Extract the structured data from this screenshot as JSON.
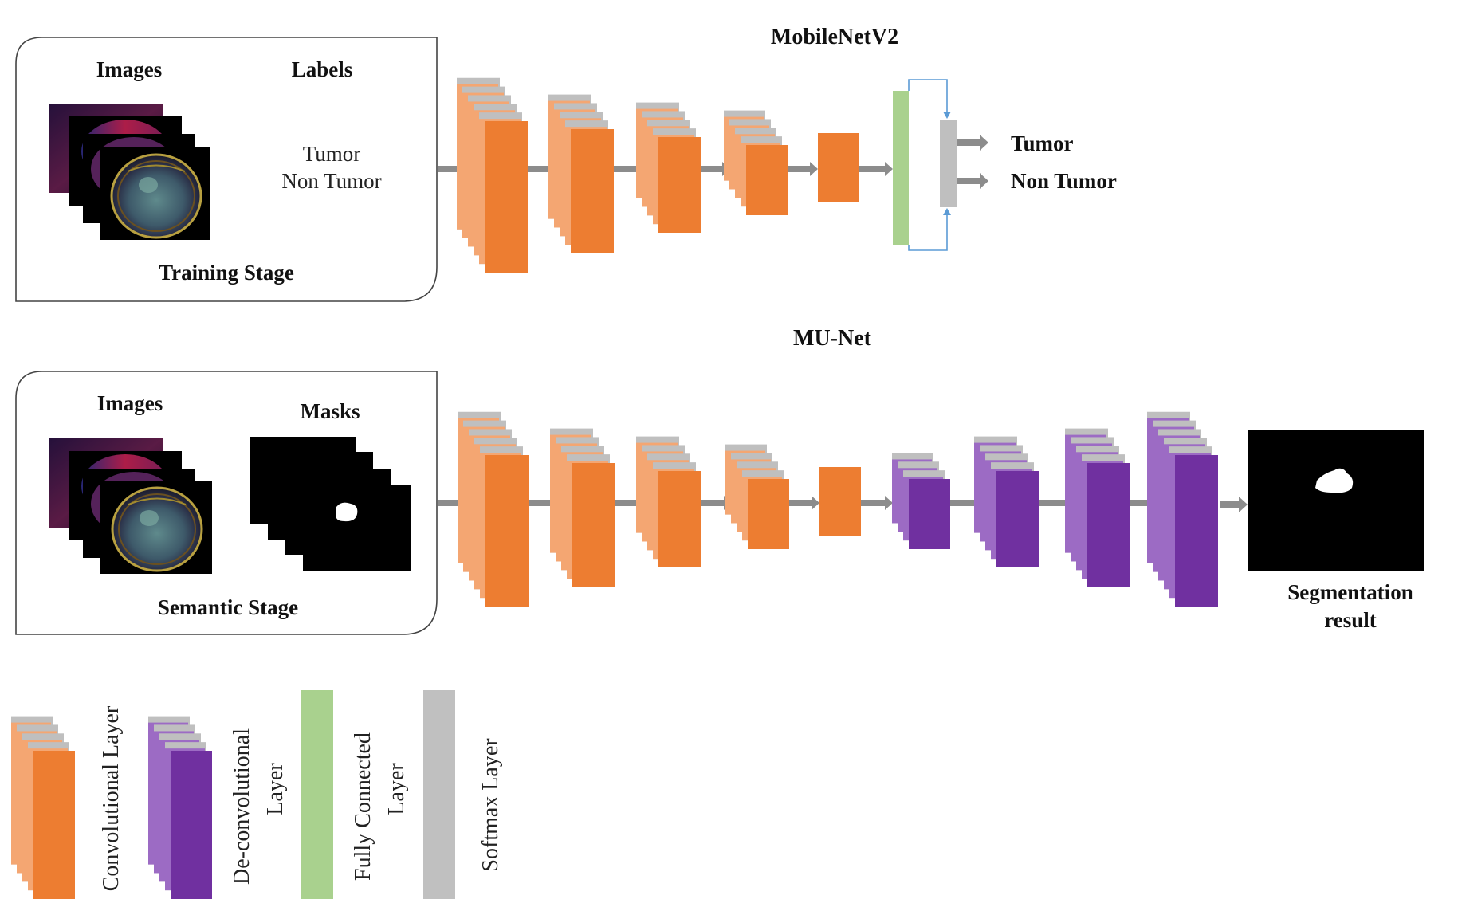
{
  "top_section": {
    "title": "MobileNetV2",
    "stage_label": "Training Stage",
    "images_heading": "Images",
    "labels_heading": "Labels",
    "labels": [
      "Tumor",
      "Non Tumor"
    ],
    "outputs": [
      "Tumor",
      "Non Tumor"
    ]
  },
  "bottom_section": {
    "title": "MU-Net",
    "stage_label": "Semantic Stage",
    "images_heading": "Images",
    "masks_heading": "Masks",
    "result_label_line1": "Segmentation",
    "result_label_line2": "result"
  },
  "legend": {
    "conv": "Convolutional Layer",
    "deconv_line1": "De-convolutional",
    "deconv_line2": "Layer",
    "fc_line1": "Fully Connected",
    "fc_line2": "Layer",
    "softmax": "Softmax Layer"
  },
  "colors": {
    "conv": "#ED7D31",
    "conv_light": "#F4A672",
    "layer_gray": "#BFBFBF",
    "deconv": "#7030A0",
    "deconv_light": "#9C6BC4",
    "fully_connected": "#A9D18E",
    "softmax": "#C0C0C0",
    "arrow": "#8C8C8C",
    "skip_line": "#5B9BD5"
  },
  "icons": [
    "brain-mri-image",
    "tumor-mask-image"
  ]
}
